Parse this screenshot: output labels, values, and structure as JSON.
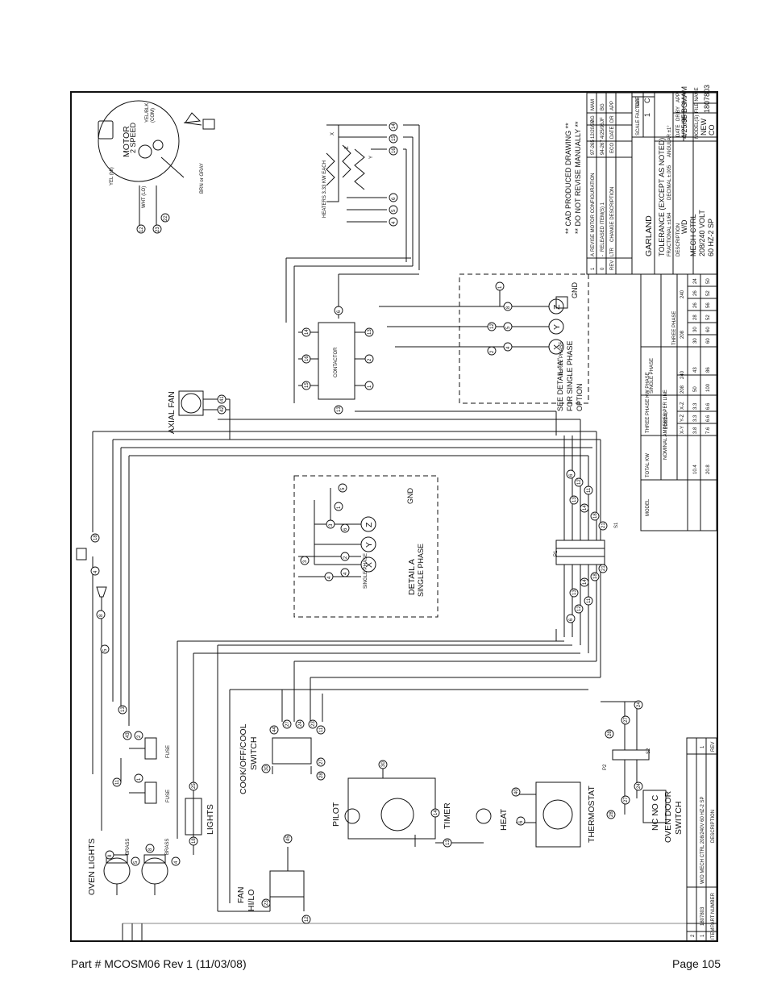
{
  "footer": {
    "part": "Part # MCOSM06 Rev 1 (11/03/08)",
    "page": "Page 105"
  },
  "diagram": {
    "motor": "MOTOR",
    "motor_speed": "2 SPEED",
    "motor_yel_blk": "YEL/BLK",
    "motor_com": "(COM)",
    "motor_yel_hi": "YEL (HI)",
    "motor_wht_lo": "WHT (LO)",
    "motor_brn_gray": "BRN or GRAY",
    "heaters": "HEATERS 3.33 KW EACH",
    "axial_fan": "AXIAL FAN",
    "contactor": "CONTACTOR",
    "gnd": "GND",
    "three_phase": "THREE PHASE",
    "see_detail_1": "SEE DETAIL \"A\"",
    "see_detail_2": "FOR SINGLE PHASE",
    "see_detail_3": "OPTION",
    "detail_a": "DETAIL A",
    "single_phase": "SINGLE PHASE",
    "single_phase_small": "SINGLE PHASE",
    "p1": "P1",
    "s1": "S1",
    "p2": "P2",
    "s2": "S2",
    "oven_lights": "OVEN LIGHTS",
    "brass": "BRASS",
    "fuse": "FUSE",
    "lights": "LIGHTS",
    "fan_hilo_1": "FAN",
    "fan_hilo_2": "HI/LO",
    "cook_switch_1": "COOK/OFF/COOL",
    "cook_switch_2": "SWITCH",
    "pilot": "PILOT",
    "timer": "TIMER",
    "heat": "HEAT",
    "thermostat": "THERMOSTAT",
    "oven_door_1": "OVEN DOOR",
    "oven_door_2": "SWITCH",
    "nc_no_c": "NC NO C",
    "x": "X",
    "y": "Y",
    "z": "Z"
  },
  "wire_numbers": [
    "1",
    "2",
    "3",
    "4",
    "5",
    "6",
    "8",
    "11",
    "12",
    "13",
    "14",
    "15",
    "16",
    "18",
    "19",
    "21",
    "22",
    "23",
    "24",
    "25",
    "26",
    "27",
    "28",
    "29",
    "30",
    "40",
    "41",
    "42",
    "43",
    "44",
    "45",
    "46"
  ],
  "revision_table": {
    "rows": [
      {
        "rev": "1",
        "ltr": "A",
        "desc": "REVISE MOTOR CONFIGURATION",
        "eco": "97-265",
        "date": "12/20/97",
        "dr": "BG",
        "app": "MAM"
      },
      {
        "rev": "0",
        "ltr": "-",
        "desc": "RELEASED ITEM(S) 1",
        "eco": "94-267",
        "date": "4/25/95",
        "dr": "JF",
        "app": "BG"
      }
    ],
    "header": {
      "rev": "REV",
      "ltr": "LTR",
      "desc": "CHANGE DESCRIPTION",
      "eco": "ECO",
      "date": "DATE",
      "dr": "DR",
      "app": "APP"
    }
  },
  "title_block": {
    "cad_1": "** CAD PRODUCED DRAWING **",
    "cad_2": "** DO NOT REVISE MANUALLY **",
    "brand": "GARLAND",
    "tolerance": "TOLERANCE (EXCEPT AS NOTED)",
    "fractional": "FRACTIONAL ±1/64",
    "decimal": "DECIMAL ±.005",
    "angular": "ANGULAR ±1°",
    "description_label": "DESCRIPTION",
    "description_1": "W/D",
    "description_2": "MECH CTRL",
    "description_3": "208/240 VOLT",
    "description_4": "60 HZ-2 SP",
    "scale_factor_label": "SCALE FACTOR",
    "scale_factor": "1",
    "size_label": "SIZE",
    "size": "C",
    "date_label": "DATE",
    "date": "4/25/95",
    "dr_label": "DR",
    "dr": "JF",
    "by_label": "BY",
    "by": "BG",
    "app_label": "APP",
    "app": "MAM",
    "model_label": "MODEL(S)",
    "model_1": "NEW",
    "model_2": "CO",
    "file_label": "FILE NAME",
    "file": "1807803"
  },
  "amperes_table": {
    "title": "NOMINAL AMPERES PER LINE",
    "model_label": "MODEL",
    "total_kw": "TOTAL KW",
    "three_phase_kw": "THREE PHASE KW PHASE",
    "v208_240": "208/240",
    "xy": "X-Y",
    "yz": "Y-Z",
    "xz": "X-Z",
    "single_phase": "SINGLE PHASE",
    "three_phase": "THREE PHASE",
    "v208": "208",
    "v240": "240",
    "rows": [
      {
        "total": "10.4",
        "xy": "3.8",
        "yz": "3.3",
        "xz": "3.3",
        "s208": "50",
        "s240": "43",
        "a": "30",
        "b": "30",
        "c": "28",
        "d": "26",
        "e": "26",
        "f": "24"
      },
      {
        "total": "20.8",
        "xy": "7.6",
        "yz": "6.6",
        "xz": "6.6",
        "s208": "100",
        "s240": "86",
        "a": "60",
        "b": "60",
        "c": "52",
        "d": "56",
        "e": "52",
        "f": "50"
      }
    ]
  },
  "parts_table": {
    "header": {
      "item": "ITEM",
      "part": "PART NUMBER",
      "desc": "DESCRIPTION",
      "rev": "REV"
    },
    "rows": [
      {
        "item": "1",
        "part": "1807803",
        "desc": "W/D MECH CTRL 208/240V 60 HZ-2 SP",
        "rev": "1"
      },
      {
        "item": "2",
        "part": "",
        "desc": "",
        "rev": ""
      }
    ]
  }
}
